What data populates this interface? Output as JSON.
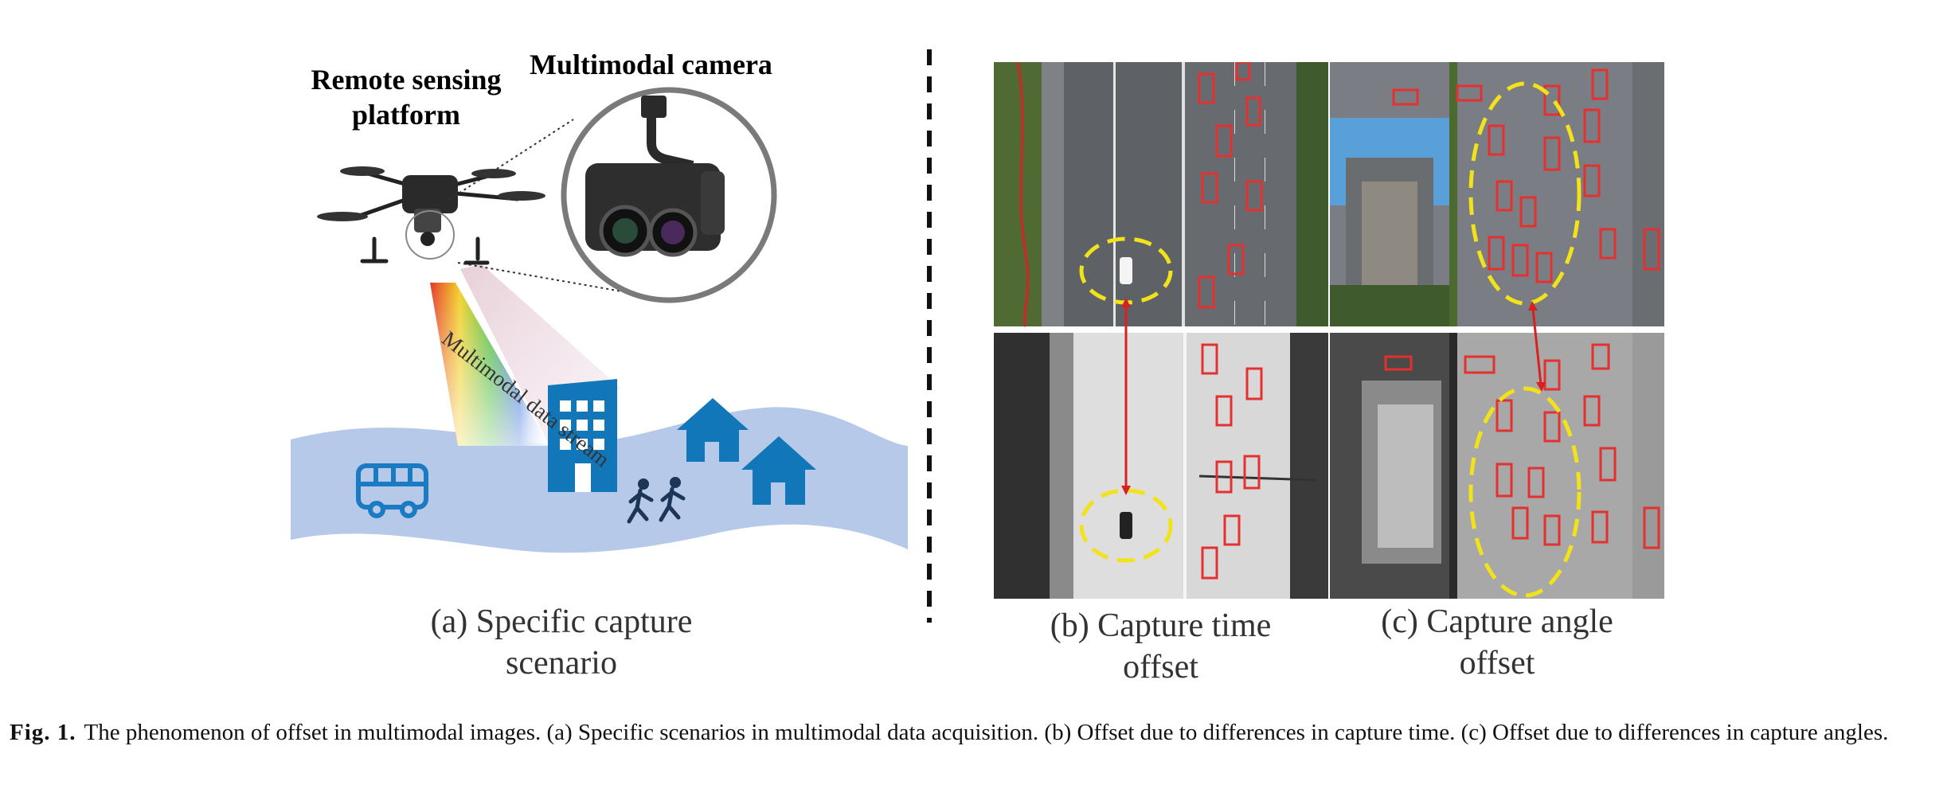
{
  "figure": {
    "panel_a": {
      "remote_label_1": "Remote sensing",
      "remote_label_2": "platform",
      "camera_label": "Multimodal camera",
      "stream_label": "Multimodal data stream",
      "caption_line1": "(a) Specific capture",
      "caption_line2": "scenario"
    },
    "panel_b": {
      "caption_line1": "(b) Capture time",
      "caption_line2": "offset"
    },
    "panel_c": {
      "caption_line1": "(c) Capture angle",
      "caption_line2": "offset"
    },
    "colors": {
      "detection_box": "#e53030",
      "offset_marker": "#f2e21a",
      "offset_arrow": "#d92020",
      "icon_blue": "#1277b8",
      "ground_blue": "#b6c9e8"
    },
    "icons": [
      "drone-icon",
      "camera-icon",
      "van-icon",
      "building-icon",
      "house-icon",
      "pedestrians-icon"
    ]
  },
  "caption": {
    "label": "Fig. 1.",
    "text": "The phenomenon of offset in multimodal images. (a) Specific scenarios in multimodal data acquisition. (b) Offset due to differences in capture time. (c) Offset due to differences in capture angles."
  }
}
